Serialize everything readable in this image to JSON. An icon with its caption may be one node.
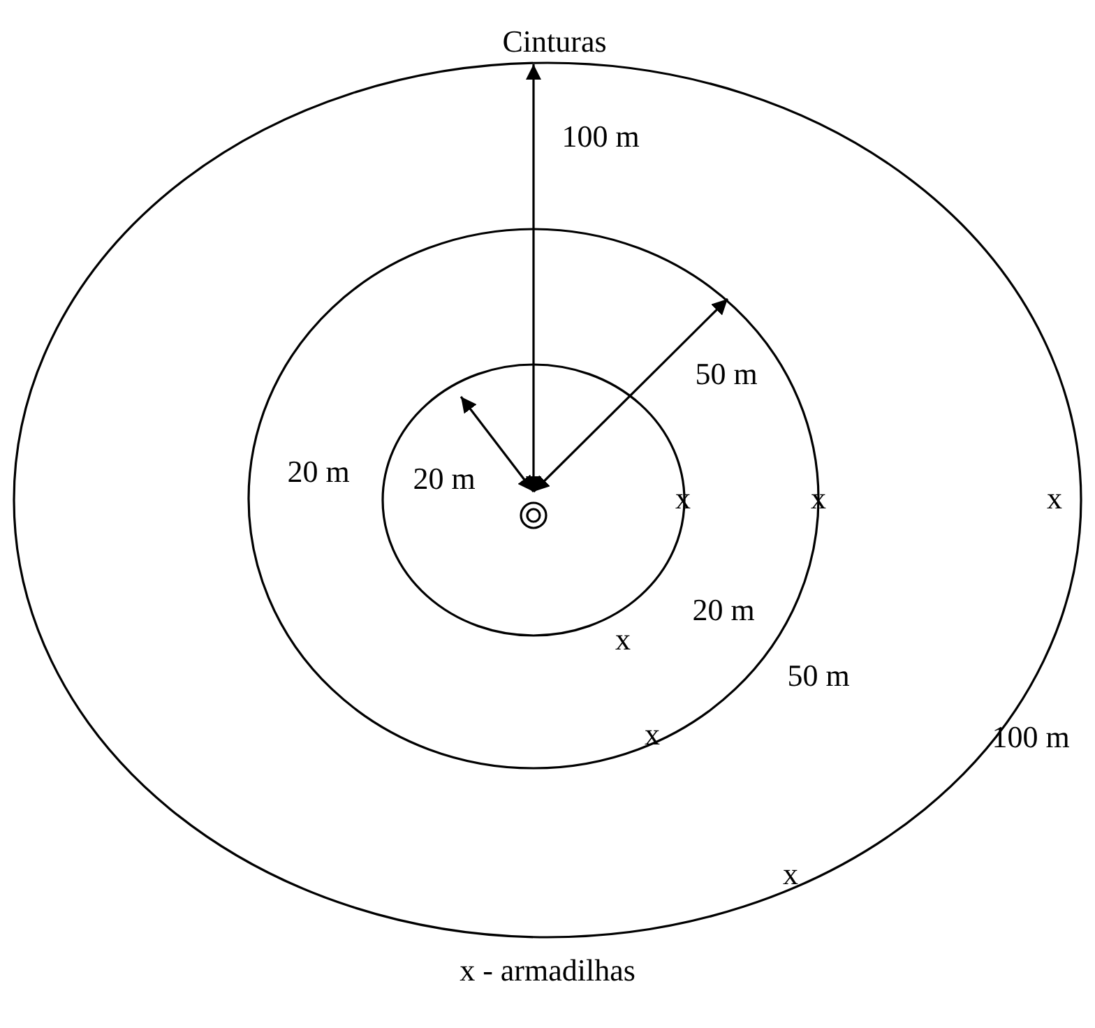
{
  "diagram": {
    "labels": [
      "Cinturas",
      "100 m",
      "50 m",
      "20 m",
      "20 m",
      "x",
      "x",
      "x",
      "20 m",
      "x",
      "50 m",
      "x",
      "100 m",
      "x",
      "x - armadilhas"
    ]
  }
}
